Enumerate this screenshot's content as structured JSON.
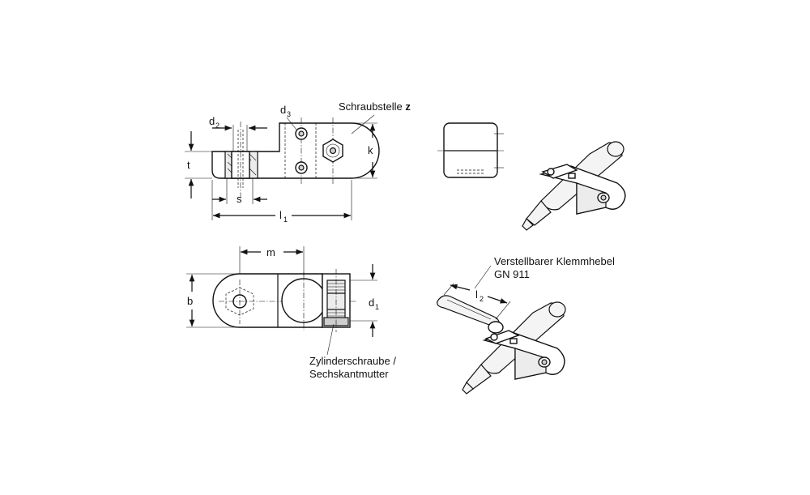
{
  "labels": {
    "d2": "d",
    "d2_sub": "2",
    "d3": "d",
    "d3_sub": "3",
    "screw_point": "Schraubstelle",
    "screw_point_z": "z",
    "k": "k",
    "t": "t",
    "s": "s",
    "l1": "l",
    "l1_sub": "1",
    "m": "m",
    "b": "b",
    "d1": "d",
    "d1_sub": "1",
    "screw_nut_line1": "Zylinderschraube /",
    "screw_nut_line2": "Sechskantmutter",
    "lever_line1": "Verstellbarer Klemmhebel",
    "lever_line2": "GN 911",
    "l2": "l",
    "l2_sub": "2"
  },
  "colors": {
    "line": "#111111",
    "shade": "#ececec",
    "background": "#ffffff"
  }
}
